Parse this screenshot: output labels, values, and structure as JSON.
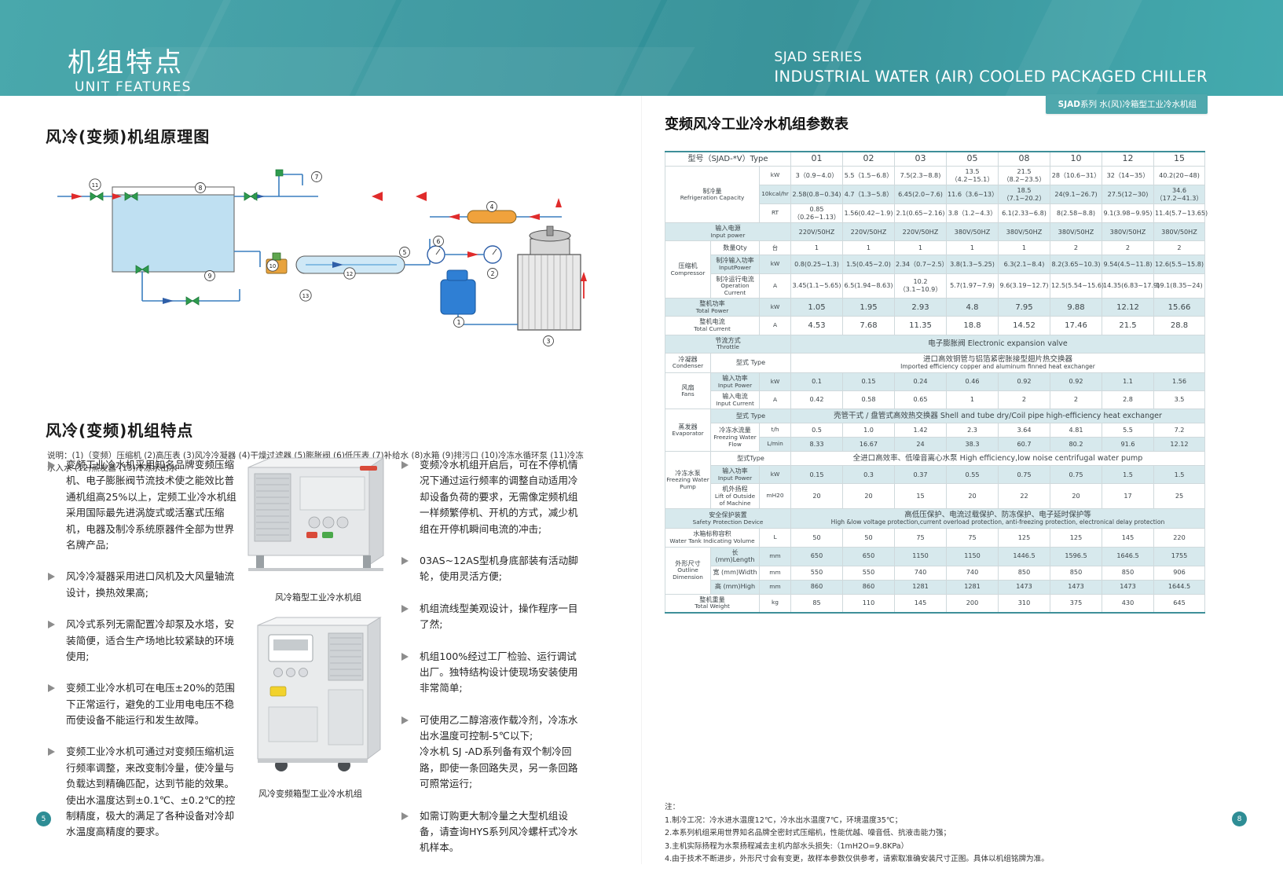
{
  "header": {
    "title_cn": "机组特点",
    "title_en": "UNIT FEATURES",
    "series_line1": "SJAD SERIES",
    "series_line2": "INDUSTRIAL WATER (AIR) COOLED PACKAGED CHILLER",
    "series_tab_bold": "SJAD",
    "series_tab_rest": "系列 水(风)冷箱型工业冷水机组",
    "accent_color": "#2e8d95",
    "band_color": "#d7e9ed"
  },
  "left": {
    "diagram_title": "风冷(变频)机组原理图",
    "diagram_caption": "说明：(1)（变频）压缩机 (2)高压表 (3)风冷冷凝器 (4)干燥过滤器 (5)膨胀阀 (6)低压表 (7)补给水 (8)水箱 (9)排污口 (10)冷冻水循环泵 (11)冷冻水入水 (12)蒸发器 (13)冷冻水出水",
    "diagram_callouts": [
      "1",
      "2",
      "3",
      "4",
      "5",
      "6",
      "7",
      "8",
      "9",
      "10",
      "11",
      "12",
      "13"
    ],
    "features_title": "风冷(变频)机组特点",
    "features_left": [
      "变频工业冷水机采用知名品牌变频压缩机、电子膨胀阀节流技术使之能效比普通机组高25%以上，定频工业冷水机组采用国际最先进涡旋式或活塞式压缩机，电器及制冷系统原器件全部为世界名牌产品;",
      "风冷冷凝器采用进口风机及大风量轴流设计，换热效果高;",
      "风冷式系列无需配置冷却泵及水塔，安装简便，适合生产场地比较紧缺的环境使用;",
      "变频工业冷水机可在电压±20%的范围下正常运行，避免的工业用电电压不稳而使设备不能运行和发生故障。",
      "变频工业冷水机可通过对变频压缩机运行频率调整，来改变制冷量，使冷量与负载达到精确匹配，达到节能的效果。使出水温度达到±0.1℃、±0.2℃的控制精度，极大的满足了各种设备对冷却水温度高精度的要求。"
    ],
    "features_right": [
      "变频冷水机组开启后，可在不停机情况下通过运行频率的调整自动适用冷却设备负荷的要求，无需像定频机组一样频繁停机、开机的方式，减少机组在开停机瞬间电流的冲击;",
      "03AS~12AS型机身底部装有活动脚轮，使用灵活方便;",
      "机组流线型美观设计，操作程序一目了然;",
      "机组100%经过工厂检验、运行调试出厂。独特结构设计使现场安装使用非常简单;",
      "可使用乙二醇溶液作载冷剂，冷冻水出水温度可控制-5℃以下;\n冷水机  SJ -AD系列备有双个制冷回路，即使一条回路失灵，另一条回路可照常运行;",
      "如需订购更大制冷量之大型机组设备，请查询HYS系列风冷螺杆式冷水机样本。"
    ],
    "photo1_caption": "风冷箱型工业冷水机组",
    "photo2_caption": "风冷变频箱型工业冷水机组",
    "page_number": "5"
  },
  "right": {
    "table_title": "变频风冷工业冷水机组参数表",
    "page_number": "8",
    "notes_heading": "注：",
    "notes": [
      "1.制冷工况：冷水进水温度12℃，冷水出水温度7℃，环境温度35℃；",
      "2.本系列机组采用世界知名品牌全密封式压缩机，性能优越、噪音低、抗液击能力强；",
      "3.主机实际扬程为水泵扬程减去主机内部水头损失:（1mH2O=9.8KPa）",
      "4.由于技术不断进步，外形尺寸会有变更，故样本参数仅供参考，请索取准确安装尺寸正图。具体以机组铭牌为准。"
    ]
  },
  "chart_data": {
    "type": "table",
    "title": "变频风冷工业冷水机组参数表",
    "model_label_cn": "型号（SJAD-*V）Type",
    "models": [
      "01",
      "02",
      "03",
      "05",
      "08",
      "10",
      "12",
      "15"
    ],
    "rows": [
      {
        "group_cn": "制冷量",
        "group_en": "Refrigeration Capacity",
        "sub_cn": "",
        "sub_en": "",
        "unit": "kW",
        "band": false,
        "values": [
          "3（0.9~4.0）",
          "5.5（1.5~6.8）",
          "7.5(2.3~8.8)",
          "13.5（4.2~15.1）",
          "21.5（8.2~23.5）",
          "28（10.6~31）",
          "32（14~35）",
          "40.2(20~48)"
        ]
      },
      {
        "group_cn": "",
        "group_en": "",
        "sub_cn": "",
        "sub_en": "",
        "unit": "10kcal/hr",
        "band": true,
        "values": [
          "2.58(0.8~0.34)",
          "4.7（1.3~5.8）",
          "6.45(2.0~7.6)",
          "11.6（3.6~13）",
          "18.5（7.1~20.2）",
          "24(9.1~26.7)",
          "27.5(12~30)",
          "34.6（17.2~41.3）"
        ]
      },
      {
        "group_cn": "",
        "group_en": "",
        "sub_cn": "",
        "sub_en": "",
        "unit": "RT",
        "band": false,
        "values": [
          "0.85（0.26~1.13）",
          "1.56(0.42~1.9)",
          "2.1(0.65~2.16)",
          "3.8（1.2~4.3）",
          "6.1(2.33~6.8)",
          "8(2.58~8.8)",
          "9.1(3.98~9.95)",
          "11.4(5.7~13.65)"
        ]
      },
      {
        "group_cn": "输入电源",
        "group_en": "Input power",
        "sub_cn": "",
        "sub_en": "",
        "unit": "",
        "band": true,
        "values": [
          "220V/50HZ",
          "220V/50HZ",
          "220V/50HZ",
          "380V/50HZ",
          "380V/50HZ",
          "380V/50HZ",
          "380V/50HZ",
          "380V/50HZ"
        ]
      },
      {
        "group_cn": "压缩机",
        "group_en": "Compressor",
        "sub_cn": "数量Qty",
        "sub_en": "",
        "unit": "台",
        "band": false,
        "values": [
          "1",
          "1",
          "1",
          "1",
          "1",
          "2",
          "2",
          "2"
        ]
      },
      {
        "group_cn": "",
        "group_en": "",
        "sub_cn": "制冷输入功率",
        "sub_en": "InputPower",
        "unit": "kW",
        "band": true,
        "values": [
          "0.8(0.25~1.3)",
          "1.5(0.45~2.0)",
          "2.34（0.7~2.5）",
          "3.8(1.3~5.25)",
          "6.3(2.1~8.4)",
          "8.2(3.65~10.3)",
          "9.54(4.5~11.8)",
          "12.6(5.5~15.8)"
        ]
      },
      {
        "group_cn": "",
        "group_en": "",
        "sub_cn": "制冷运行电流",
        "sub_en": "Operation Current",
        "unit": "A",
        "band": false,
        "values": [
          "3.45(1.1~5.65)",
          "6.5(1.94~8.63)",
          "10.2（3.1~10.9）",
          "5.7(1.97~7.9)",
          "9.6(3.19~12.7)",
          "12.5(5.54~15.6)",
          "14.35(6.83~17.9)",
          "19.1(8.35~24)"
        ]
      },
      {
        "group_cn": "整机功率",
        "group_en": "Total Power",
        "sub_cn": "",
        "sub_en": "",
        "unit": "kW",
        "band": true,
        "big": true,
        "values": [
          "1.05",
          "1.95",
          "2.93",
          "4.8",
          "7.95",
          "9.88",
          "12.12",
          "15.66"
        ]
      },
      {
        "group_cn": "整机电流",
        "group_en": "Total Current",
        "sub_cn": "",
        "sub_en": "",
        "unit": "A",
        "band": false,
        "big": true,
        "values": [
          "4.53",
          "7.68",
          "11.35",
          "18.8",
          "14.52",
          "17.46",
          "21.5",
          "28.8"
        ]
      },
      {
        "group_cn": "节流方式",
        "group_en": "Throttle",
        "sub_cn": "",
        "sub_en": "",
        "unit": "",
        "band": true,
        "merged": true,
        "merged_text": "电子膨胀阀   Electronic expansion valve"
      },
      {
        "group_cn": "冷凝器",
        "group_en": "Condenser",
        "sub_cn": "型式 Type",
        "sub_en": "",
        "unit": "",
        "band": false,
        "merged": true,
        "merged_text_cn": "进口高效铜管与铝箔紧密胀接型翅片热交换器",
        "merged_text_en": "Imported efficiency copper and aluminum finned heat exchanger"
      },
      {
        "group_cn": "风扇",
        "group_en": "Fans",
        "sub_cn": "输入功率",
        "sub_en": "Input Power",
        "unit": "kW",
        "band": true,
        "values": [
          "0.1",
          "0.15",
          "0.24",
          "0.46",
          "0.92",
          "0.92",
          "1.1",
          "1.56"
        ]
      },
      {
        "group_cn": "",
        "group_en": "",
        "sub_cn": "输入电流",
        "sub_en": "Input Current",
        "unit": "A",
        "band": false,
        "values": [
          "0.42",
          "0.58",
          "0.65",
          "1",
          "2",
          "2",
          "2.8",
          "3.5"
        ]
      },
      {
        "group_cn": "蒸发器",
        "group_en": "Evaporator",
        "sub_cn": "型式 Type",
        "sub_en": "",
        "unit": "",
        "band": true,
        "merged": true,
        "merged_text": "壳管干式 / 盘管式高效热交换器 Shell and tube dry/Coil pipe high-efficiency heat exchanger"
      },
      {
        "group_cn": "",
        "group_en": "",
        "sub_cn": "冷冻水流量",
        "sub_en": "Freezing Water Flow",
        "unit": "t/h",
        "band": false,
        "values": [
          "0.5",
          "1.0",
          "1.42",
          "2.3",
          "3.64",
          "4.81",
          "5.5",
          "7.2"
        ]
      },
      {
        "group_cn": "",
        "group_en": "",
        "sub_cn": "",
        "sub_en": "",
        "unit": "L/min",
        "band": true,
        "values": [
          "8.33",
          "16.67",
          "24",
          "38.3",
          "60.7",
          "80.2",
          "91.6",
          "12.12"
        ]
      },
      {
        "group_cn": "冷冻水泵",
        "group_en": "Freezing Water Pump",
        "sub_cn": "型式Type",
        "sub_en": "",
        "unit": "",
        "band": false,
        "merged": true,
        "merged_text": "全进口高效率、低噪音离心水泵 High efficiency,low noise  centrifugal water pump"
      },
      {
        "group_cn": "",
        "group_en": "",
        "sub_cn": "输入功率",
        "sub_en": "Input Power",
        "unit": "kW",
        "band": true,
        "values": [
          "0.15",
          "0.3",
          "0.37",
          "0.55",
          "0.75",
          "0.75",
          "1.5",
          "1.5"
        ]
      },
      {
        "group_cn": "",
        "group_en": "",
        "sub_cn": "机外扬程",
        "sub_en": "Lift of Outside of Machine",
        "unit": "mH20",
        "band": false,
        "values": [
          "20",
          "20",
          "15",
          "20",
          "22",
          "20",
          "17",
          "25"
        ]
      },
      {
        "group_cn": "安全保护装置",
        "group_en": "Safety Protection Device",
        "sub_cn": "",
        "sub_en": "",
        "unit": "",
        "band": true,
        "merged": true,
        "merged_text_cn": "高低压保护、电流过载保护、防冻保护、电子延时保护等",
        "merged_text_en": "High &low voltage protection,current overload protection, anti-freezing protection, electronical delay protection"
      },
      {
        "group_cn": "水箱标称容积",
        "group_en": "Water Tank Indicating Volume",
        "sub_cn": "",
        "sub_en": "",
        "unit": "L",
        "band": false,
        "values": [
          "50",
          "50",
          "75",
          "75",
          "125",
          "125",
          "145",
          "220"
        ]
      },
      {
        "group_cn": "外形尺寸",
        "group_en": "Outline Dimension",
        "sub_cn": "长 (mm)Length",
        "sub_en": "",
        "unit": "mm",
        "band": true,
        "values": [
          "650",
          "650",
          "1150",
          "1150",
          "1446.5",
          "1596.5",
          "1646.5",
          "1755"
        ]
      },
      {
        "group_cn": "",
        "group_en": "",
        "sub_cn": "宽 (mm)Width",
        "sub_en": "",
        "unit": "mm",
        "band": false,
        "values": [
          "550",
          "550",
          "740",
          "740",
          "850",
          "850",
          "850",
          "906"
        ]
      },
      {
        "group_cn": "",
        "group_en": "",
        "sub_cn": "高 (mm)High",
        "sub_en": "",
        "unit": "mm",
        "band": true,
        "values": [
          "860",
          "860",
          "1281",
          "1281",
          "1473",
          "1473",
          "1473",
          "1644.5"
        ]
      },
      {
        "group_cn": "整机重量",
        "group_en": "Total Weight",
        "sub_cn": "",
        "sub_en": "",
        "unit": "kg",
        "band": false,
        "values": [
          "85",
          "110",
          "145",
          "200",
          "310",
          "375",
          "430",
          "645"
        ]
      }
    ]
  }
}
